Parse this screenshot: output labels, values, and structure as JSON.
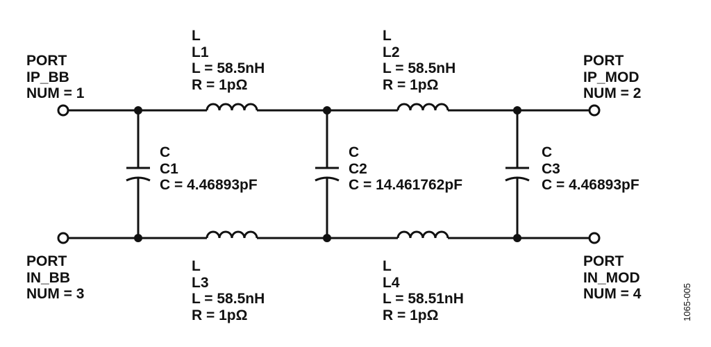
{
  "ports": {
    "p1": {
      "type": "PORT",
      "name": "IP_BB",
      "num": "NUM = 1"
    },
    "p2": {
      "type": "PORT",
      "name": "IP_MOD",
      "num": "NUM = 2"
    },
    "p3": {
      "type": "PORT",
      "name": "IN_BB",
      "num": "NUM = 3"
    },
    "p4": {
      "type": "PORT",
      "name": "IN_MOD",
      "num": "NUM = 4"
    }
  },
  "inductors": {
    "l1": {
      "type": "L",
      "name": "L1",
      "value": "L = 58.5nH",
      "resistance": "R = 1pΩ"
    },
    "l2": {
      "type": "L",
      "name": "L2",
      "value": "L = 58.5nH",
      "resistance": "R = 1pΩ"
    },
    "l3": {
      "type": "L",
      "name": "L3",
      "value": "L = 58.5nH",
      "resistance": "R = 1pΩ"
    },
    "l4": {
      "type": "L",
      "name": "L4",
      "value": "L = 58.51nH",
      "resistance": "R = 1pΩ"
    }
  },
  "capacitors": {
    "c1": {
      "type": "C",
      "name": "C1",
      "value": "C = 4.46893pF"
    },
    "c2": {
      "type": "C",
      "name": "C2",
      "value": "C = 14.461762pF"
    },
    "c3": {
      "type": "C",
      "name": "C3",
      "value": "C = 4.46893pF"
    }
  },
  "figure_id": "1065-005",
  "colors": {
    "stroke": "#111111",
    "background": "#ffffff"
  }
}
